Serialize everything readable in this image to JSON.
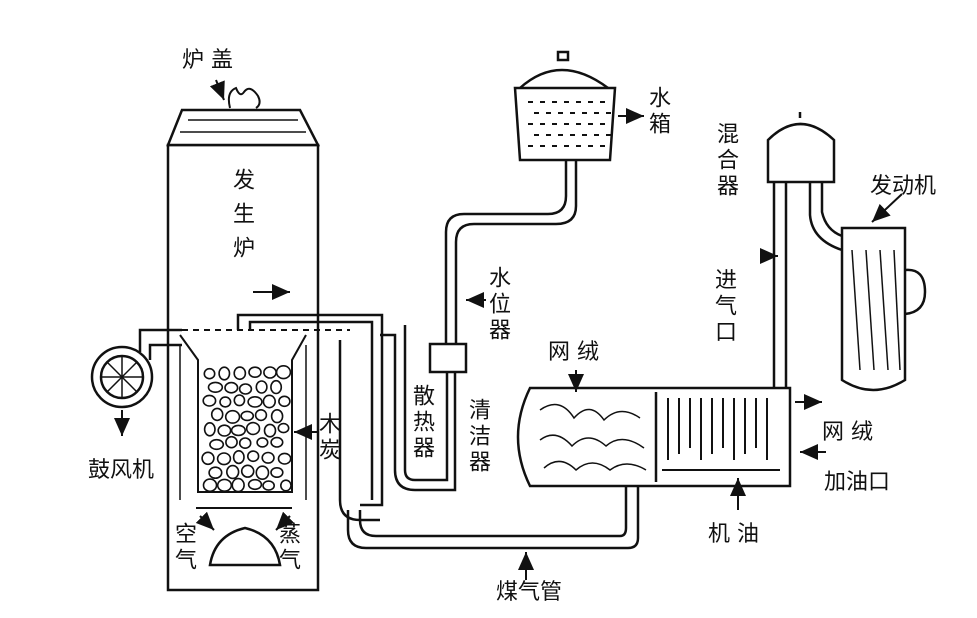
{
  "labels": {
    "furnace_lid": "炉 盖",
    "generator": "发生炉",
    "blower": "鼓风机",
    "air": "空气",
    "steam": "蒸气",
    "charcoal": "木炭",
    "radiator": "散热器",
    "water_tank": "水箱",
    "water_gauge": "水位器",
    "cleaner": "清洁器",
    "mesh_top": "网 绒",
    "mesh_right": "网 绒",
    "engine_oil": "机 油",
    "oil_inlet": "加油口",
    "gas_pipe": "煤气管",
    "mixer": "混合器",
    "air_inlet": "进气口",
    "engine": "发动机"
  }
}
